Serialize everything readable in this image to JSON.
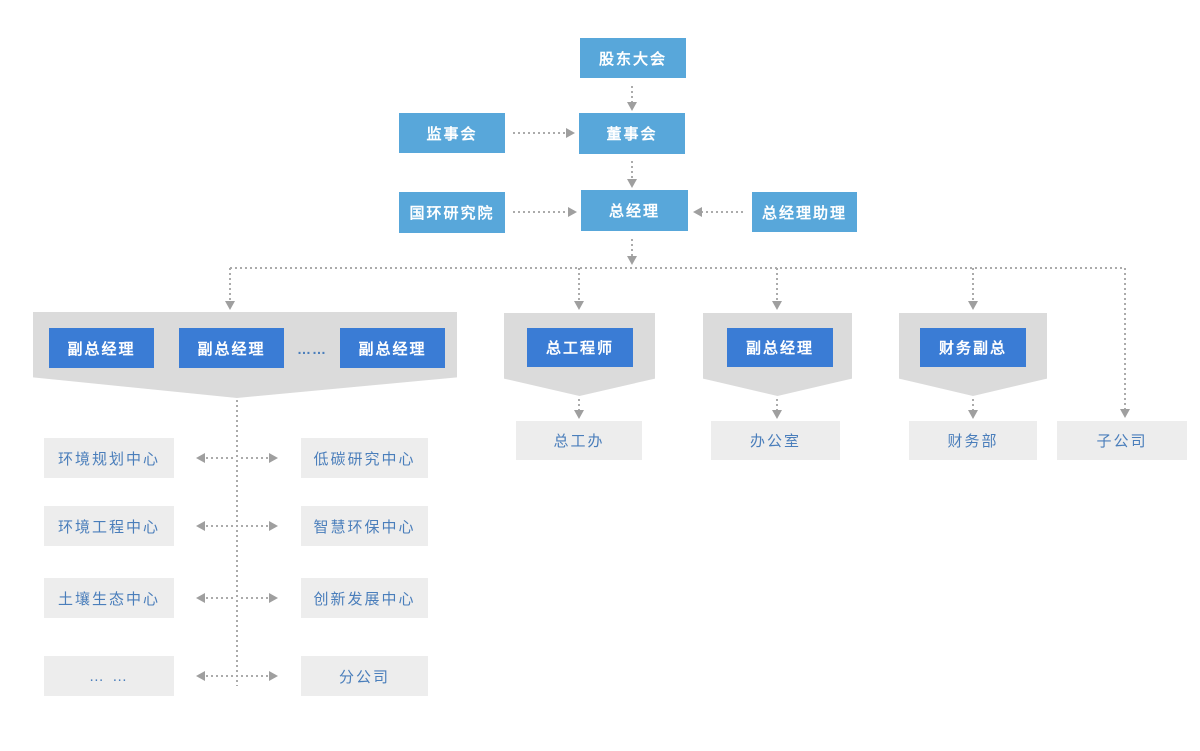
{
  "org_chart": {
    "top": {
      "shareholders_meeting": "股东大会",
      "supervisory_board": "监事会",
      "board_of_directors": "董事会",
      "research_institute": "国环研究院",
      "general_manager": "总经理",
      "gm_assistant": "总经理助理"
    },
    "executive_band": {
      "deputy_gm_1": "副总经理",
      "deputy_gm_2": "副总经理",
      "deputy_gm_ellipsis": "……",
      "deputy_gm_3": "副总经理",
      "chief_engineer": "总工程师",
      "deputy_gm_admin": "副总经理",
      "finance_vp": "财务副总"
    },
    "departments": {
      "chief_engineer_office": "总工办",
      "general_office": "办公室",
      "finance_department": "财务部",
      "subsidiary": "子公司",
      "left_column": [
        "环境规划中心",
        "环境工程中心",
        "土壤生态中心",
        "… …"
      ],
      "right_column": [
        "低碳研究中心",
        "智慧环保中心",
        "创新发展中心",
        "分公司"
      ]
    },
    "colors": {
      "top_box_blue": "#58a7da",
      "inner_box_blue": "#3a7cd5",
      "band_gray": "#dbdbdb",
      "department_box_gray": "#ededed",
      "department_text_blue": "#4a7ebb",
      "connector_gray": "#ababab",
      "box_text_white": "#ffffff"
    }
  }
}
